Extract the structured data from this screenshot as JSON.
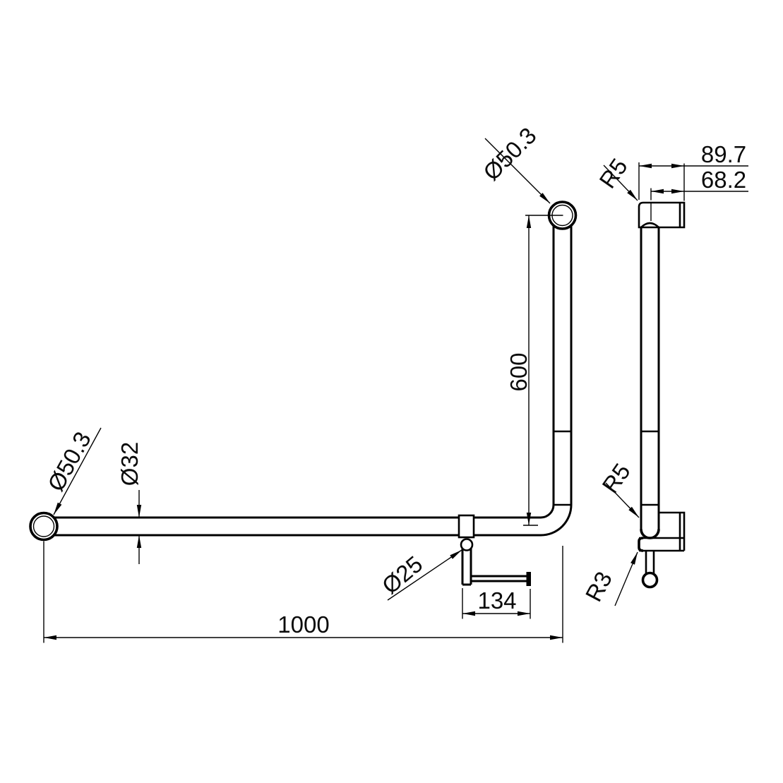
{
  "page": {
    "background_color": "#ffffff",
    "stroke_color": "#000000"
  },
  "drawing": {
    "title": "L-shaped grab rail with toilet roll holder - dimensioned technical drawing",
    "views": [
      {
        "name": "front-view"
      },
      {
        "name": "side-view"
      }
    ],
    "front_view": {
      "labels": {
        "end_cap_top_diameter": "Ø50.3",
        "end_cap_left_diameter": "Ø50.3",
        "rail_tube_diameter": "Ø32",
        "roll_holder_diameter": "Ø25",
        "vertical_rail_length": "600",
        "horizontal_rail_length": "1000",
        "roll_holder_width": "134"
      }
    },
    "side_view": {
      "labels": {
        "overall_projection": "89.7",
        "centerline_projection": "68.2",
        "top_bracket_radius": "R5",
        "bottom_bracket_radius": "R5",
        "plate_corner_radius": "R3"
      }
    }
  }
}
